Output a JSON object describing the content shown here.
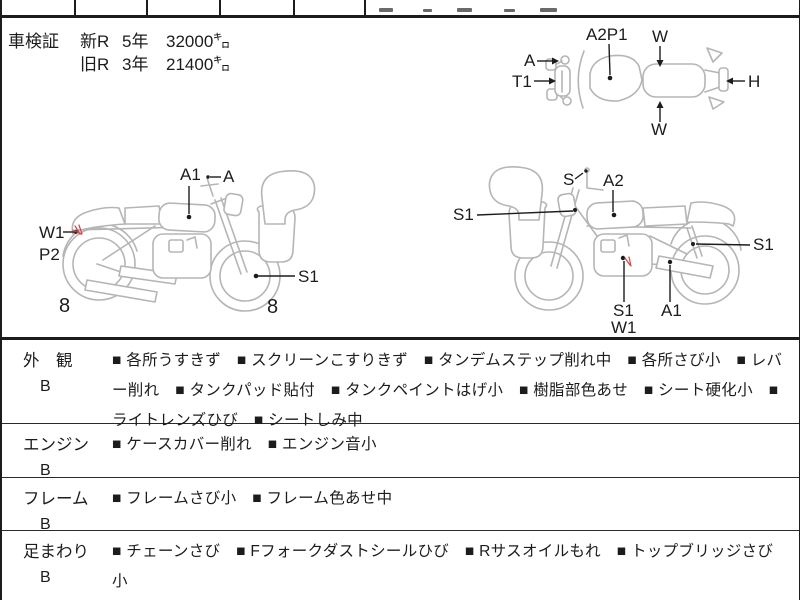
{
  "inspection_header": {
    "label": "車検証",
    "rows": [
      {
        "reg": "新R",
        "term": "5年",
        "mileage": "32000㌔"
      },
      {
        "reg": "旧R",
        "term": "3年",
        "mileage": "21400㌔"
      }
    ]
  },
  "top_view": {
    "labels": {
      "tank": "A2P1",
      "w_top": "W",
      "mirror": "A",
      "front": "T1",
      "rear": "H",
      "w_bottom": "W"
    }
  },
  "left_bike": {
    "labels": {
      "tank": "A1",
      "handlebar": "A",
      "rear_w": "W1",
      "rear_p": "P2",
      "front_wheel": "S1",
      "rear_tire_size": "8",
      "front_tire_size": "8"
    }
  },
  "right_bike": {
    "labels": {
      "handlebar": "S",
      "tank": "A2",
      "front_fork": "S1",
      "rear_shock": "S1",
      "engine_s": "S1",
      "engine_w": "W1",
      "exhaust": "A1"
    }
  },
  "condition": {
    "rows": [
      {
        "category": "外　観",
        "grade": "B",
        "items": [
          "各所うすきず",
          "スクリーンこすりきず",
          "タンデムステップ削れ中",
          "各所さび小",
          "レバー削れ",
          "タンクパッド貼付",
          "タンクペイントはげ小",
          "樹脂部色あせ",
          "シート硬化小",
          "ライトレンズひび",
          "シートしみ中"
        ]
      },
      {
        "category": "エンジン",
        "grade": "B",
        "items": [
          "ケースカバー削れ",
          "エンジン音小"
        ]
      },
      {
        "category": "フレーム",
        "grade": "B",
        "items": [
          "フレームさび小",
          "フレーム色あせ中"
        ]
      },
      {
        "category": "足まわり",
        "grade": "B",
        "items": [
          "チェーンさび",
          "Fフォークダストシールひび",
          "Rサスオイルもれ",
          "トップブリッジさび小"
        ]
      }
    ]
  },
  "colors": {
    "line_art": "#b5b5b5",
    "ink": "#1c1c1c",
    "damage_mark": "#d04545"
  }
}
